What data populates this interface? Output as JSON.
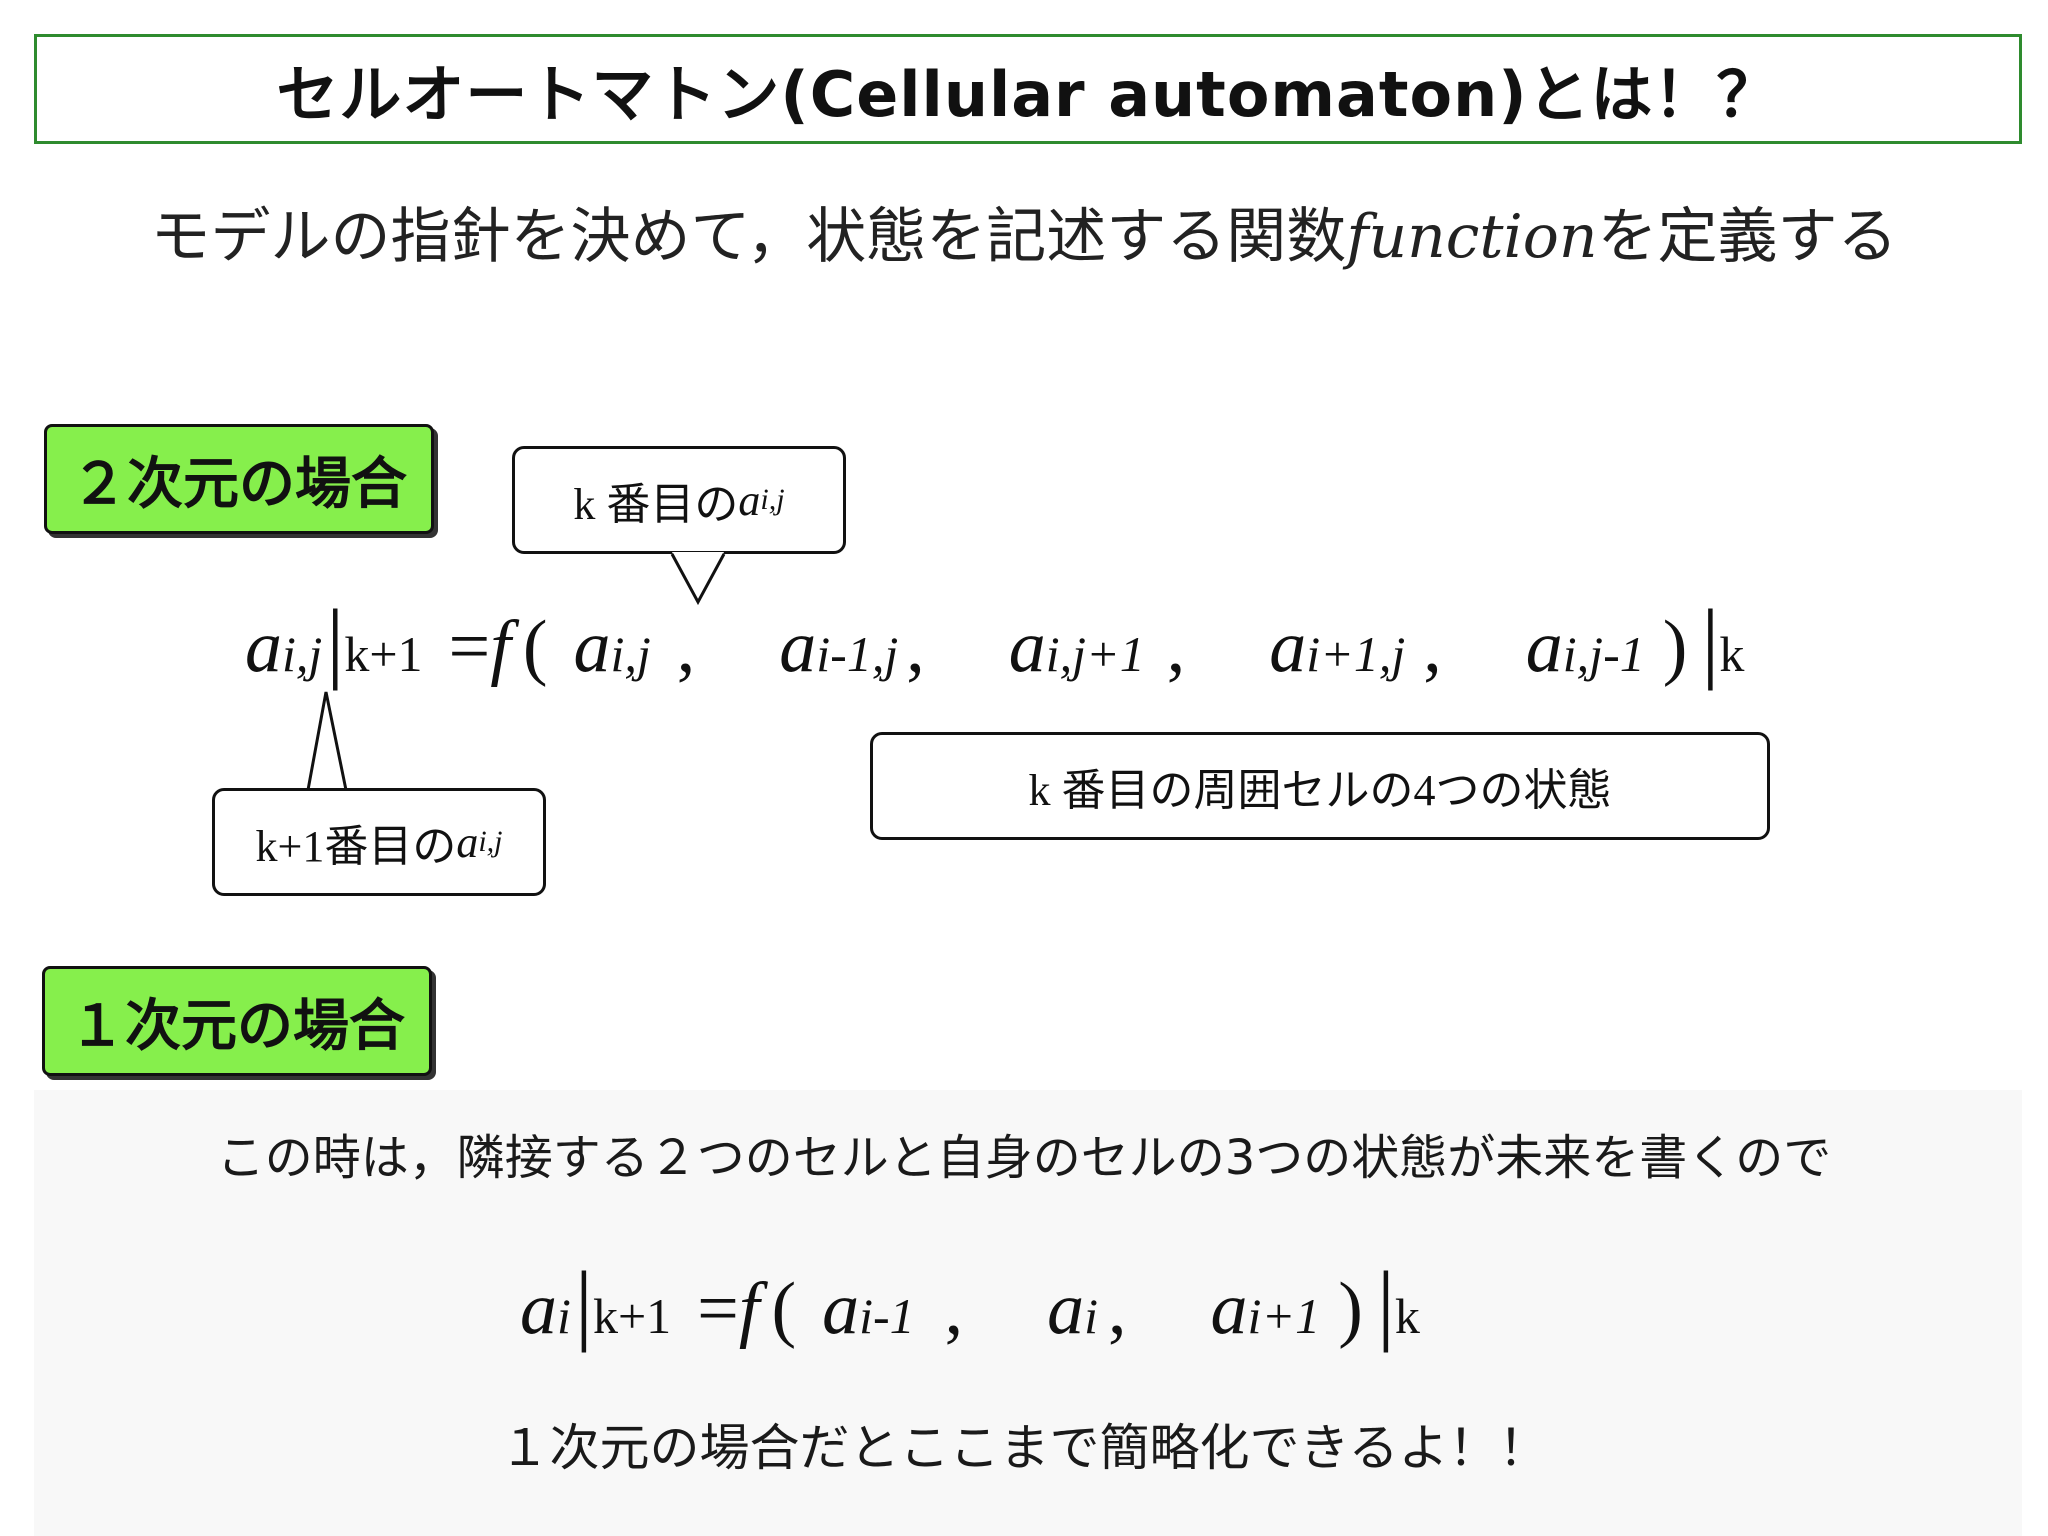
{
  "title": "セルオートマトン(Cellular automaton)とは！？",
  "subtitle": {
    "before": "モデルの指針を決めて，状態を記述する関数",
    "function_word": "function",
    "after": "を定義する"
  },
  "section_2d": {
    "label": "２次元の場合",
    "callout_top": {
      "prefix": "k 番目の",
      "var": "a",
      "sub": "i,j"
    },
    "callout_left": {
      "prefix": "k+1番目の",
      "var": "a",
      "sub": "i,j"
    },
    "callout_right": "k 番目の周囲セルの4つの状態",
    "equation": {
      "lhs_var": "a",
      "lhs_sub": "i,j",
      "lhs_step": "k+1",
      "equals": "=",
      "func": "f",
      "open": "(",
      "close": ")",
      "args": [
        {
          "var": "a",
          "sub": "i,j"
        },
        {
          "var": "a",
          "sub": "i-1,j"
        },
        {
          "var": "a",
          "sub": "i,j+1"
        },
        {
          "var": "a",
          "sub": "i+1,j"
        },
        {
          "var": "a",
          "sub": "i,j-1"
        }
      ],
      "comma": ",",
      "rhs_step": "k"
    }
  },
  "section_1d": {
    "label": "１次元の場合",
    "description": "この時は，隣接する２つのセルと自身のセルの3つの状態が未来を書くので",
    "equation": {
      "lhs_var": "a",
      "lhs_sub": "i",
      "lhs_step": "k+1",
      "equals": "=",
      "func": "f",
      "open": "(",
      "close": ")",
      "args": [
        {
          "var": "a",
          "sub": "i-1"
        },
        {
          "var": "a",
          "sub": "i"
        },
        {
          "var": "a",
          "sub": "i+1"
        }
      ],
      "comma": ",",
      "rhs_step": "k"
    },
    "conclusion": "１次元の場合だとここまで簡略化できるよ！！"
  },
  "colors": {
    "title_border": "#2e8b2e",
    "tag_fill": "#86ef4c"
  }
}
